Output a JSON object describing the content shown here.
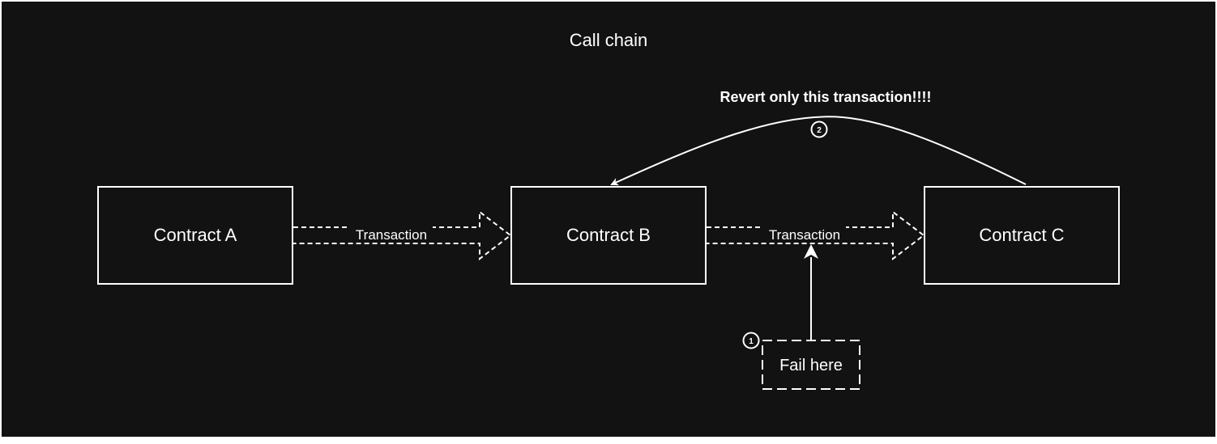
{
  "title": "Call chain",
  "colors": {
    "background": "#121212",
    "stroke": "#ffffff",
    "text": "#ffffff"
  },
  "nodes": {
    "contract_a": "Contract A",
    "contract_b": "Contract B",
    "contract_c": "Contract C",
    "fail": "Fail here"
  },
  "edges": {
    "a_to_b": "Transaction",
    "b_to_c": "Transaction"
  },
  "annotations": {
    "revert": "Revert only this transaction!!!!",
    "step_1": "1",
    "step_2": "2"
  }
}
